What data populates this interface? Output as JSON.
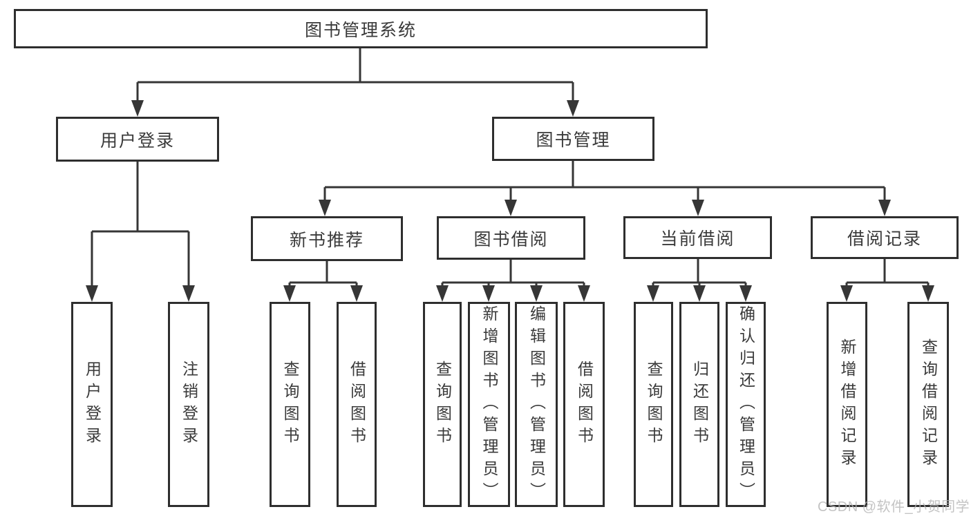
{
  "colors": {
    "line": "#363636",
    "box_border": "#2e2e2e",
    "text": "#3a3a3a",
    "watermark": "#b5b5b5",
    "background": "#ffffff"
  },
  "tree": {
    "root": "图书管理系统",
    "branches": [
      {
        "label": "用户登录",
        "children": [
          "用户登录",
          "注销登录"
        ]
      },
      {
        "label": "图书管理",
        "children": [
          {
            "label": "新书推荐",
            "children": [
              "查询图书",
              "借阅图书"
            ]
          },
          {
            "label": "图书借阅",
            "children": [
              "查询图书",
              "新增图书（管理员）",
              "编辑图书（管理员）",
              "借阅图书"
            ]
          },
          {
            "label": "当前借阅",
            "children": [
              "查询图书",
              "归还图书",
              "确认归还（管理员）"
            ]
          },
          {
            "label": "借阅记录",
            "children": [
              "新增借阅记录",
              "查询借阅记录"
            ]
          }
        ]
      }
    ]
  },
  "watermark": "CSDN @软件_小贺同学"
}
